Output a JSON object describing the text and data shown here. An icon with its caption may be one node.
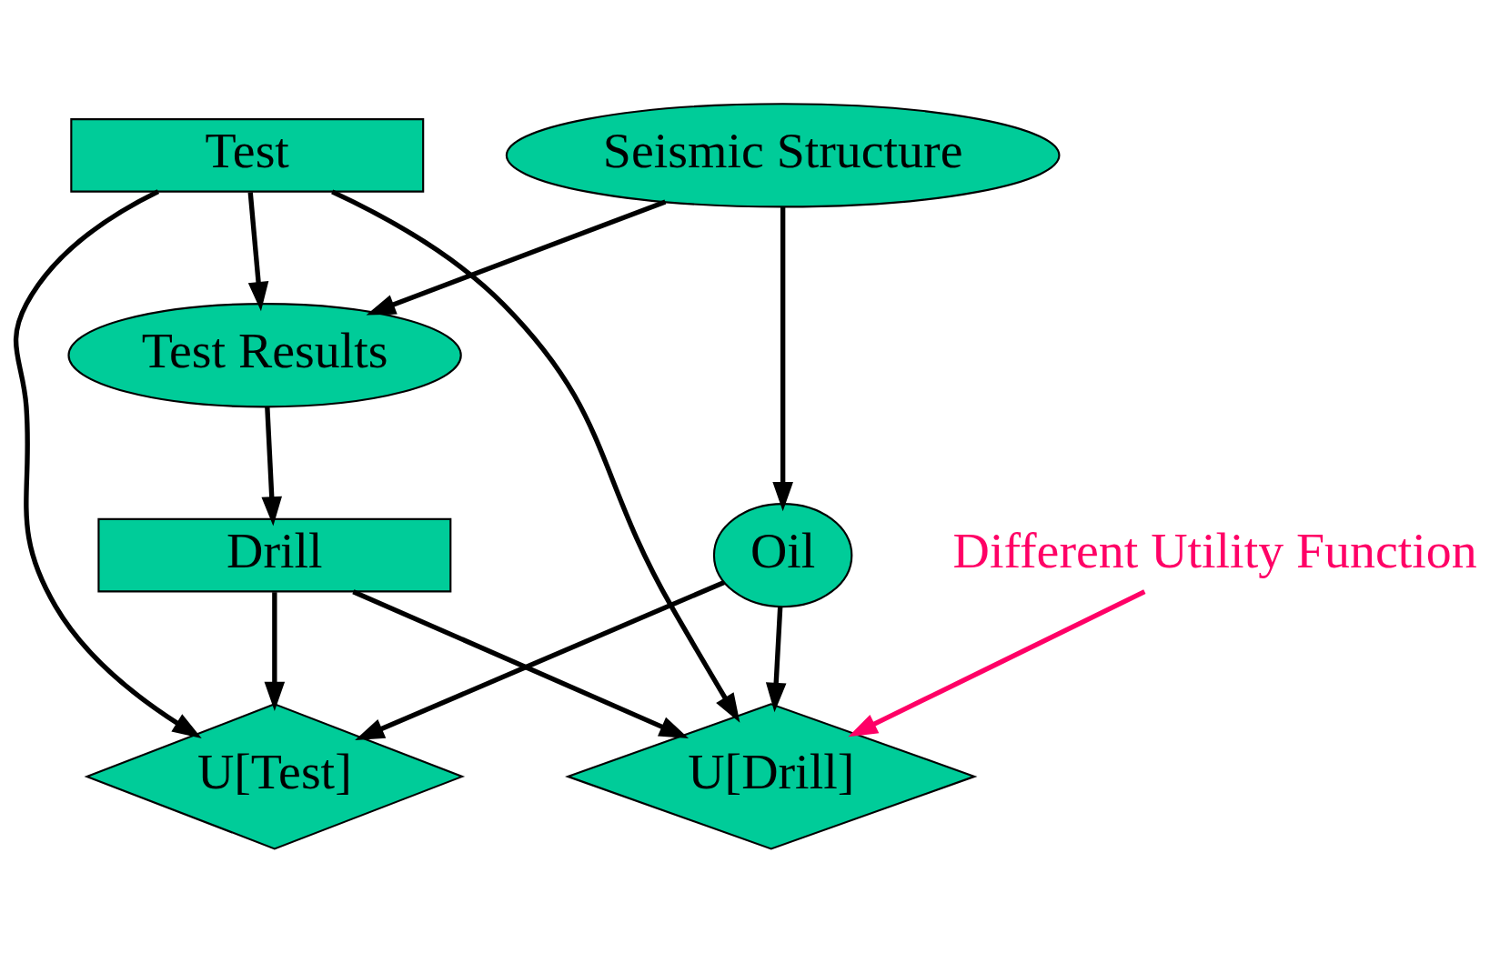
{
  "diagram": {
    "nodes": [
      {
        "text": [
          "Test"
        ]
      },
      {
        "text": [
          "Seismic Structure"
        ]
      },
      {
        "text": [
          "Test Results"
        ]
      },
      {
        "text": [
          "Oil"
        ]
      },
      {
        "text": [
          "Drill"
        ]
      },
      {
        "text": [
          "U[Test]"
        ]
      },
      {
        "text": [
          "U[Drill]"
        ]
      },
      {
        "text": [
          "Different Utility Function"
        ]
      }
    ],
    "edges": [
      {
        "from": 0,
        "to": 5,
        "arrow": "to"
      },
      {
        "from": 0,
        "to": 2,
        "arrow": "to"
      },
      {
        "from": 0,
        "to": 6,
        "arrow": "to"
      },
      {
        "from": 1,
        "to": 2,
        "arrow": "to"
      },
      {
        "from": 1,
        "to": 3,
        "arrow": "to"
      },
      {
        "from": 2,
        "to": 4,
        "arrow": "to"
      },
      {
        "from": 3,
        "to": 5,
        "arrow": "to"
      },
      {
        "from": 3,
        "to": 6,
        "arrow": "to"
      },
      {
        "from": 4,
        "to": 5,
        "arrow": "to"
      },
      {
        "from": 4,
        "to": 6,
        "arrow": "to"
      },
      {
        "from": 7,
        "to": 6,
        "arrow": "to",
        "color": "#ff0066"
      }
    ]
  }
}
